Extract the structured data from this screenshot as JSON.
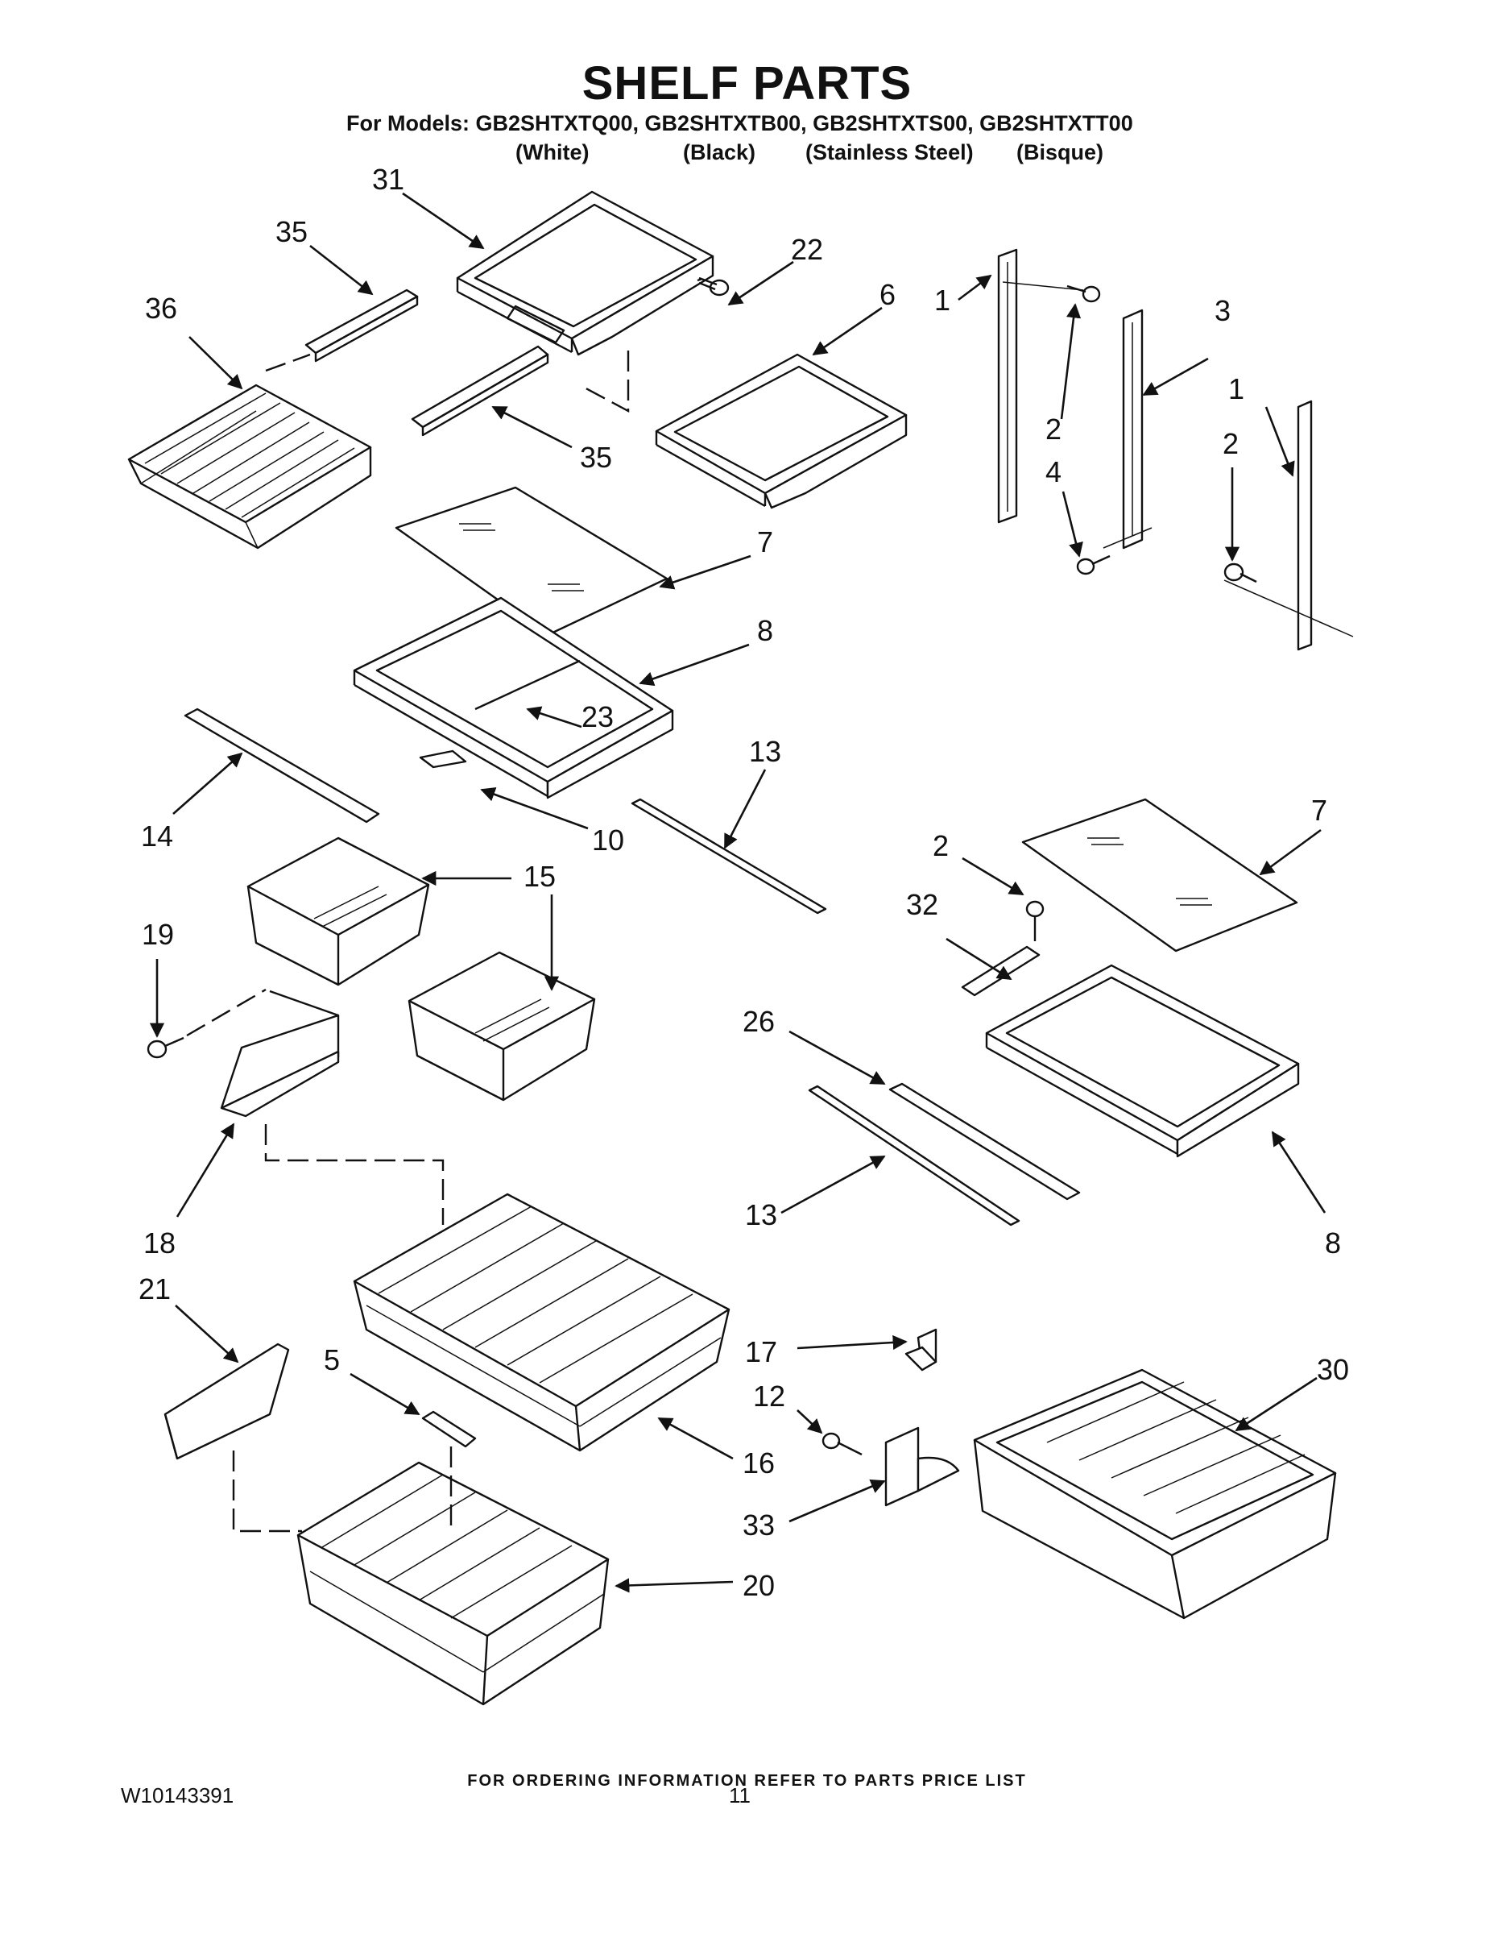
{
  "header": {
    "title": "SHELF PARTS",
    "models_line": "For Models: GB2SHTXTQ00, GB2SHTXTB00, GB2SHTXTS00, GB2SHTXTT00",
    "colors": [
      "(White)",
      "(Black)",
      "(Stainless Steel)",
      "(Bisque)"
    ]
  },
  "labels": {
    "p31": "31",
    "p35a": "35",
    "p36": "36",
    "p22": "22",
    "p6": "6",
    "p35b": "35",
    "p1a": "1",
    "p3": "3",
    "p1b": "1",
    "p2a": "2",
    "p4": "4",
    "p2b": "2",
    "p7a": "7",
    "p8a": "8",
    "p23": "23",
    "p13a": "13",
    "p14": "14",
    "p10": "10",
    "p15": "15",
    "p19": "19",
    "p7b": "7",
    "p2c": "2",
    "p32": "32",
    "p26": "26",
    "p18": "18",
    "p13b": "13",
    "p8b": "8",
    "p21": "21",
    "p5": "5",
    "p17": "17",
    "p12": "12",
    "p30": "30",
    "p16": "16",
    "p33": "33",
    "p20": "20"
  },
  "footer": {
    "ordering_note": "FOR ORDERING INFORMATION REFER TO PARTS PRICE LIST",
    "doc_number": "W10143391",
    "page_number": "11"
  }
}
